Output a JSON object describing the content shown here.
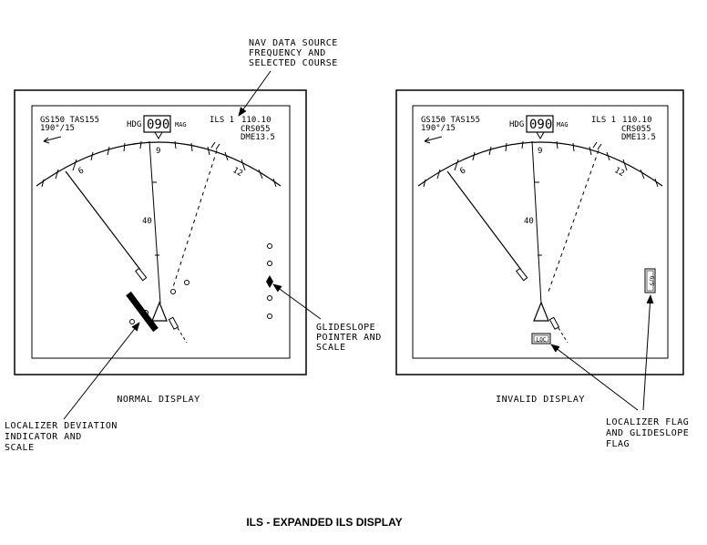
{
  "figure_title": "ILS - EXPANDED ILS DISPLAY",
  "callouts": {
    "nav_source": [
      "NAV DATA SOURCE",
      "FREQUENCY AND",
      "SELECTED COURSE"
    ],
    "glideslope": [
      "GLIDESLOPE",
      "POINTER AND",
      "SCALE"
    ],
    "localizer_deviation": [
      "LOCALIZER DEVIATION",
      "INDICATOR AND",
      "SCALE"
    ],
    "flags": [
      "LOCALIZER FLAG",
      "AND GLIDESLOPE",
      "FLAG"
    ]
  },
  "displays": [
    {
      "caption": "NORMAL DISPLAY",
      "gs_tas": "GS150 TAS155",
      "wind": "190°/15",
      "hdg_label": "HDG",
      "hdg_value": "090",
      "mag_label": "MAG",
      "ils_label": "ILS 1",
      "frequency": "110.10",
      "course": "CRS055",
      "dme": "DME13.5",
      "scale_left": "6",
      "scale_center": "9",
      "scale_right": "12",
      "range": "40"
    },
    {
      "caption": "INVALID DISPLAY",
      "gs_tas": "GS150 TAS155",
      "wind": "190°/15",
      "hdg_label": "HDG",
      "hdg_value": "090",
      "mag_label": "MAG",
      "ils_label": "ILS 1",
      "frequency": "110.10",
      "course": "CRS055",
      "dme": "DME13.5",
      "scale_left": "6",
      "scale_center": "9",
      "scale_right": "12",
      "range": "40",
      "loc_flag": "LOC",
      "gs_flag": "G/S"
    }
  ]
}
